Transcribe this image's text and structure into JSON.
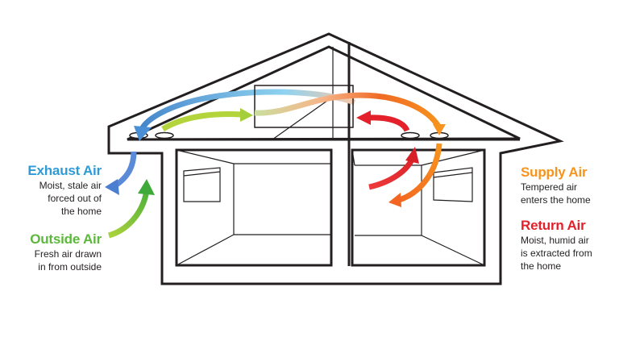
{
  "labels": {
    "exhaust": {
      "title": "Exhaust Air",
      "lines": [
        "Moist, stale air",
        "forced out of",
        "the home"
      ]
    },
    "outside": {
      "title": "Outside Air",
      "lines": [
        "Fresh air drawn",
        "in from outside"
      ]
    },
    "supply": {
      "title": "Supply Air",
      "lines": [
        "Tempered air",
        "enters the home"
      ]
    },
    "return": {
      "title": "Return Air",
      "lines": [
        "Moist, humid air",
        "is extracted from",
        "the home"
      ]
    }
  },
  "colors": {
    "exhaust": "#2e9bd6",
    "outside": "#5cb83c",
    "supply": "#f7941d",
    "return": "#e4202a",
    "outline": "#231f20"
  },
  "icons": [
    "house-outline",
    "heat-recovery-unit",
    "airflow-arrows"
  ]
}
